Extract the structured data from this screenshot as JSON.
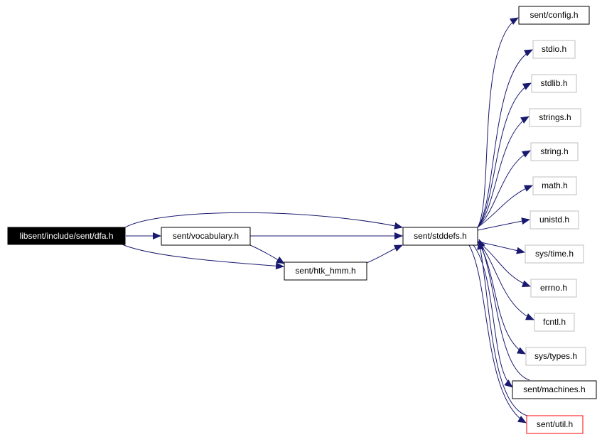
{
  "colors": {
    "edge": "#191970",
    "root_fill": "#000000",
    "root_text": "#ffffff",
    "node_border_black": "#000000",
    "node_border_gray": "#bfbfbf",
    "node_border_red": "#ff0000",
    "node_text": "#000000"
  },
  "nodes": {
    "dfa": "libsent/include/sent/dfa.h",
    "vocabulary": "sent/vocabulary.h",
    "htk_hmm": "sent/htk_hmm.h",
    "stddefs": "sent/stddefs.h",
    "config": "sent/config.h",
    "stdio": "stdio.h",
    "stdlib": "stdlib.h",
    "strings": "strings.h",
    "string": "string.h",
    "math": "math.h",
    "unistd": "unistd.h",
    "systime": "sys/time.h",
    "errno": "errno.h",
    "fcntl": "fcntl.h",
    "systypes": "sys/types.h",
    "machines": "sent/machines.h",
    "util": "sent/util.h"
  }
}
